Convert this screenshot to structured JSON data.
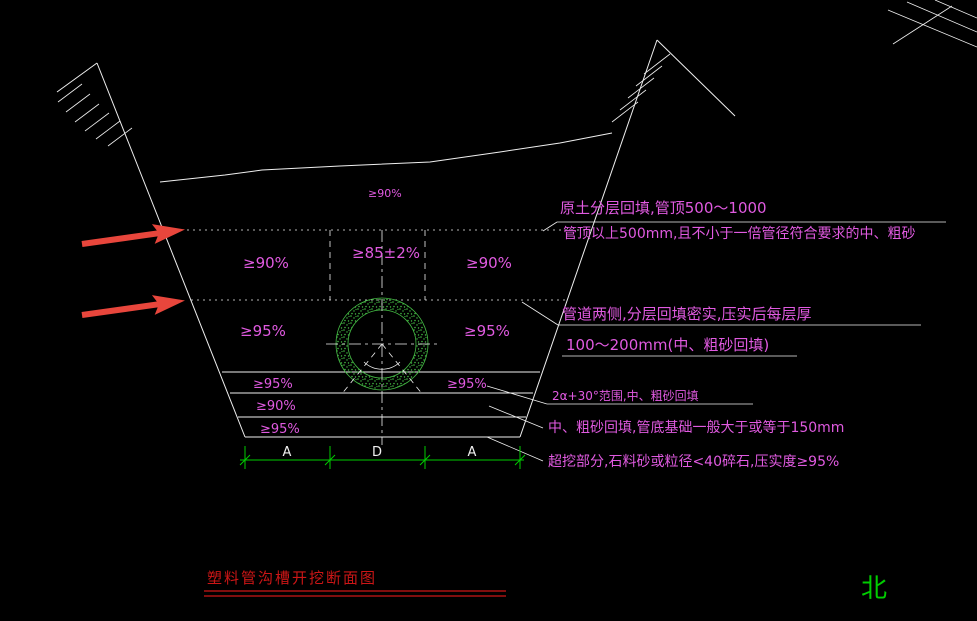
{
  "drawing": {
    "title": "塑料管沟槽开挖断面图",
    "north_label": "北",
    "surface_compaction": "≥90%",
    "zones": {
      "row1_left": "≥90%",
      "row1_center": "≥85±2%",
      "row1_right": "≥90%",
      "row2_left": "≥95%",
      "row2_right": "≥95%",
      "row3_left": "≥95%",
      "row3_right": "≥95%",
      "row4_left": "≥90%",
      "row5_left": "≥95%"
    },
    "dimension_labels": {
      "left": "A",
      "middle": "D",
      "right": "A"
    },
    "annotations": {
      "line1": "原土分层回填,管顶500～1000",
      "line2": "管顶以上500mm,且不小于一倍管径符合要求的中、粗砂",
      "line3": "管道两侧,分层回填密实,压实后每层厚",
      "line4": "100～200mm(中、粗砂回填)",
      "line5": "2α+30°范围,中、粗砂回填",
      "line6": "中、粗砂回填,管底基础一般大于或等于150mm",
      "line7": "超挖部分,石料砂或粒径<40碎石,压实度≥95%"
    },
    "colors": {
      "background": "#000000",
      "line": "#f0f0f0",
      "annotation": "#e05ae0",
      "dimension": "#00cc00",
      "pipe": "#44bb44",
      "arrow": "#e8463c",
      "title": "#cc1616"
    }
  }
}
